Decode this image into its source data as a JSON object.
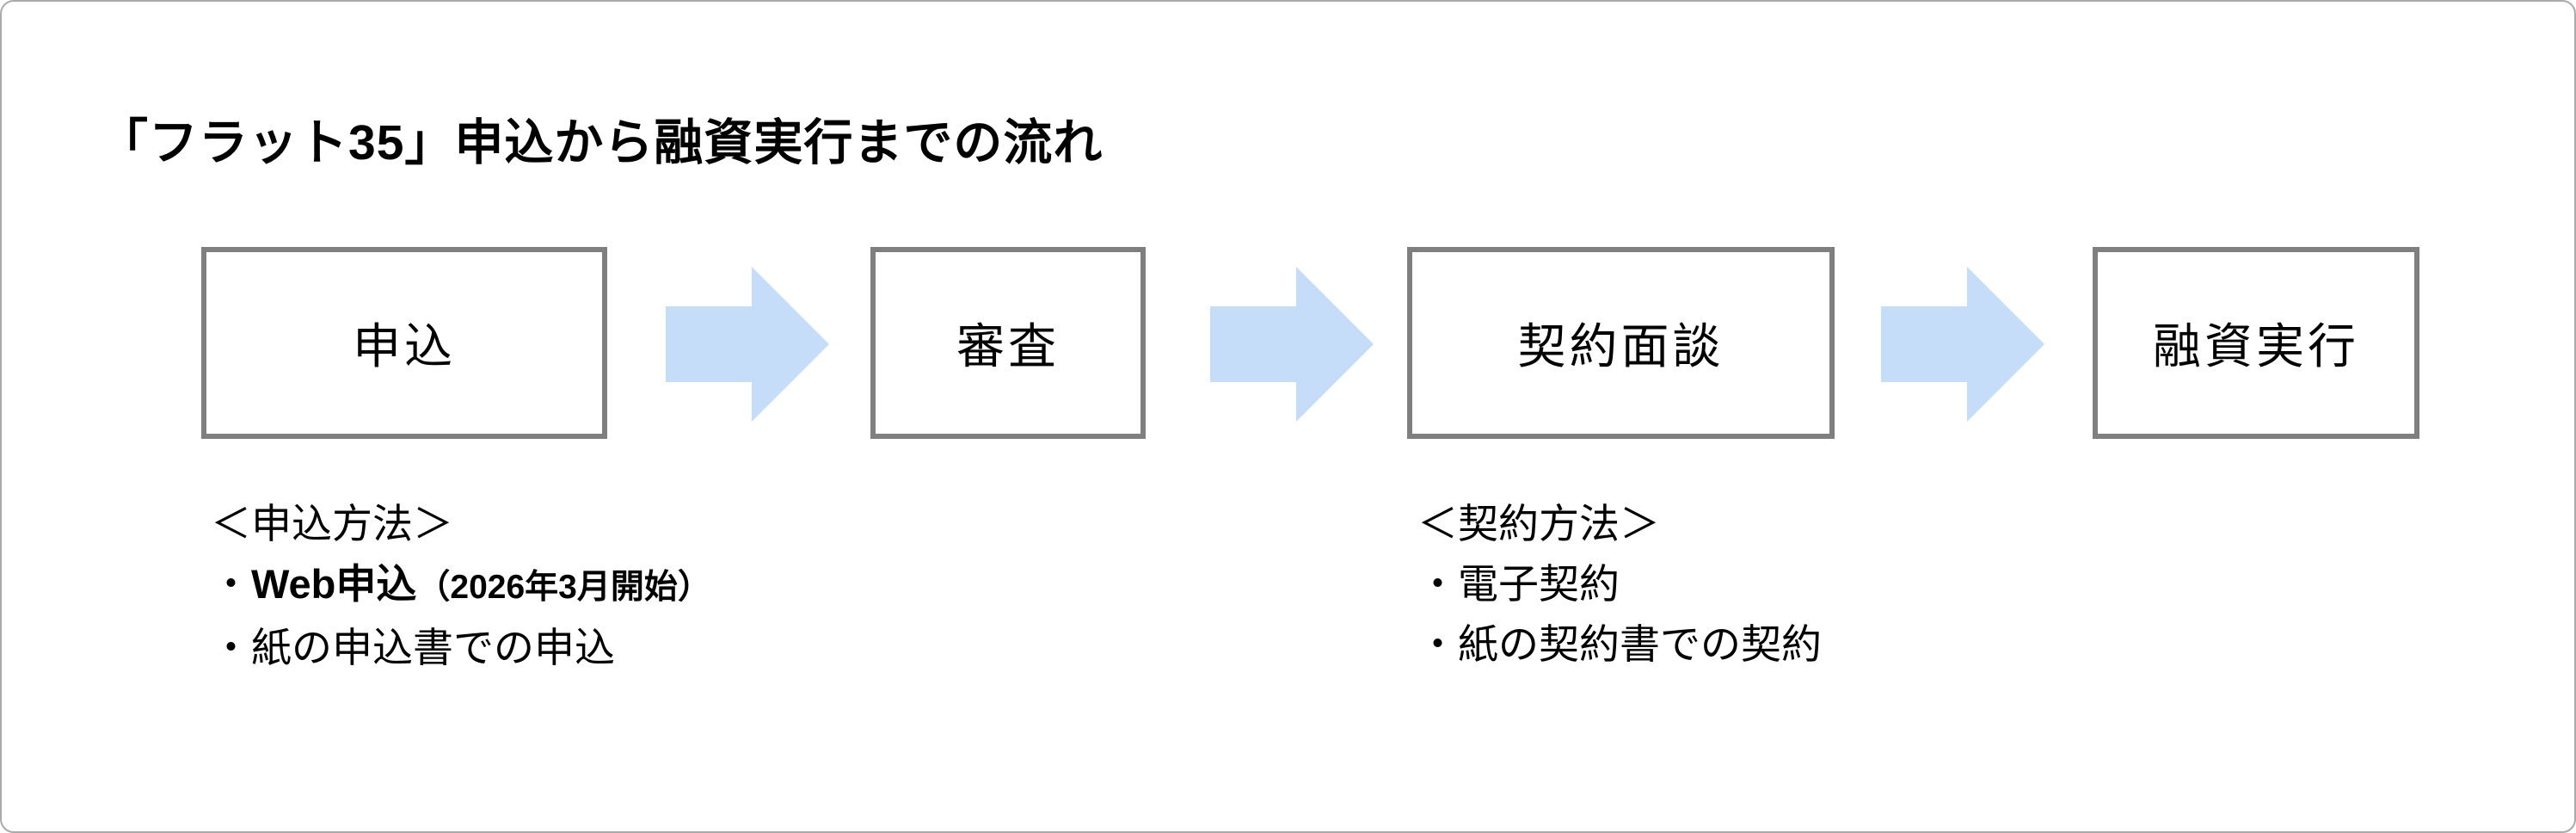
{
  "page": {
    "title": "「フラット35」申込から融資実行までの流れ"
  },
  "flow": {
    "steps": [
      {
        "label": "申込"
      },
      {
        "label": "審査"
      },
      {
        "label": "契約面談"
      },
      {
        "label": "融資実行"
      }
    ]
  },
  "notes": [
    {
      "heading": "＜申込方法＞",
      "items": [
        {
          "bullet": "・",
          "main": "Web申込",
          "sub": "（2026年3月開始）"
        },
        {
          "bullet": "・",
          "main": "紙の申込書での申込",
          "sub": ""
        }
      ]
    },
    {
      "heading": "＜契約方法＞",
      "items": [
        {
          "bullet": "・",
          "main": "電子契約",
          "sub": ""
        },
        {
          "bullet": "・",
          "main": "紙の契約書での契約",
          "sub": ""
        }
      ]
    }
  ],
  "colors": {
    "arrow_fill": "#c5ddf8",
    "box_border": "#7f7f7f",
    "canvas_border": "#aaaaaa",
    "text": "#000000"
  }
}
